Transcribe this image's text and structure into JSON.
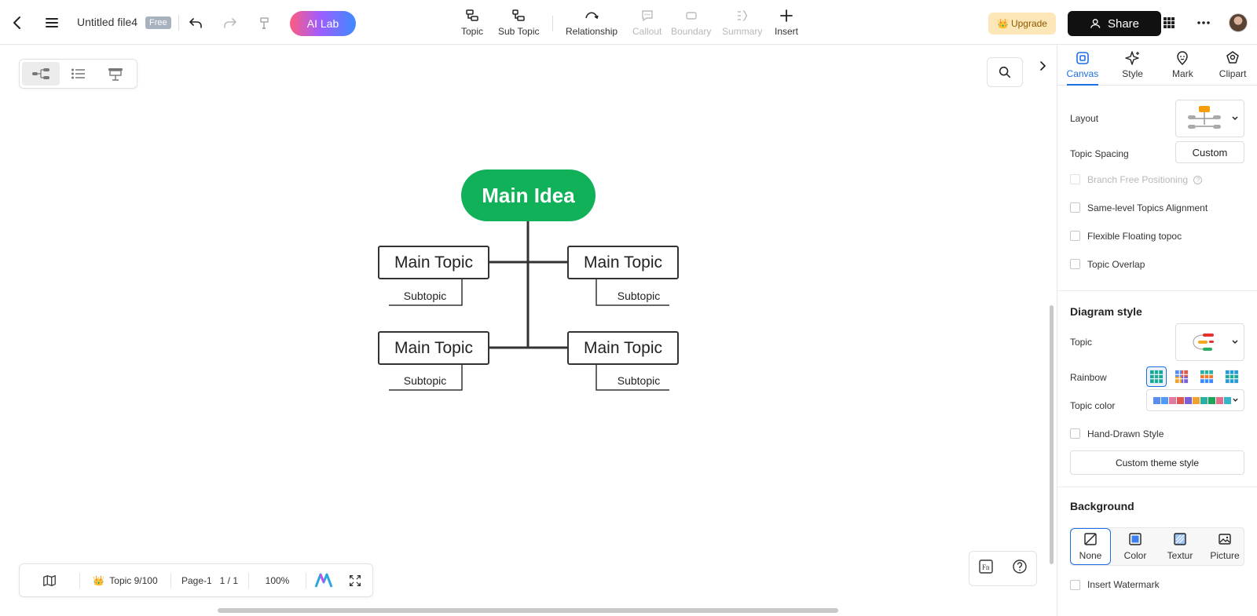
{
  "header": {
    "file_title": "Untitled file4",
    "badge": "Free",
    "ai_lab": "AI Lab",
    "tools": [
      {
        "label": "Topic",
        "icon": "topic-icon",
        "enabled": true
      },
      {
        "label": "Sub Topic",
        "icon": "subtopic-icon",
        "enabled": true
      },
      {
        "label": "Relationship",
        "icon": "relationship-icon",
        "enabled": true
      },
      {
        "label": "Callout",
        "icon": "callout-icon",
        "enabled": false
      },
      {
        "label": "Boundary",
        "icon": "boundary-icon",
        "enabled": false
      },
      {
        "label": "Summary",
        "icon": "summary-icon",
        "enabled": false
      },
      {
        "label": "Insert",
        "icon": "plus-icon",
        "enabled": true
      }
    ],
    "upgrade": "Upgrade",
    "share": "Share"
  },
  "mindmap": {
    "main_idea": "Main Idea",
    "main_topics": [
      "Main Topic",
      "Main Topic",
      "Main Topic",
      "Main Topic"
    ],
    "subtopics": [
      "Subtopic",
      "Subtopic",
      "Subtopic",
      "Subtopic"
    ],
    "colors": {
      "main_idea": "#11b15a",
      "line": "#333333"
    }
  },
  "bottombar": {
    "topic_count": "Topic 9/100",
    "page": "Page-1",
    "page_count": "1 / 1",
    "zoom": "100%"
  },
  "panel": {
    "tabs": [
      {
        "label": "Canvas",
        "icon": "canvas-icon",
        "active": true
      },
      {
        "label": "Style",
        "icon": "sparkle-icon",
        "active": false
      },
      {
        "label": "Mark",
        "icon": "mark-icon",
        "active": false
      },
      {
        "label": "Clipart",
        "icon": "clipart-icon",
        "active": false
      }
    ],
    "layout_label": "Layout",
    "spacing_label": "Topic Spacing",
    "spacing_value": "Custom",
    "checkboxes": [
      {
        "label": "Branch Free Positioning",
        "enabled": false
      },
      {
        "label": "Same-level Topics Alignment",
        "enabled": true
      },
      {
        "label": "Flexible Floating topoc",
        "enabled": true
      },
      {
        "label": "Topic Overlap",
        "enabled": true
      }
    ],
    "diagram_style_title": "Diagram style",
    "topic_label": "Topic",
    "rainbow_label": "Rainbow",
    "topic_color_label": "Topic color",
    "topic_colors": [
      "#5b8def",
      "#4f9bf5",
      "#e07aa3",
      "#e0584f",
      "#7a5fd6",
      "#f0a22e",
      "#2ab0a0",
      "#1da35a",
      "#e36d8b",
      "#37b5c9"
    ],
    "hand_drawn": "Hand-Drawn Style",
    "custom_theme": "Custom theme style",
    "background_title": "Background",
    "bg_options": [
      "None",
      "Color",
      "Textur",
      "Picture"
    ],
    "watermark": "Insert Watermark",
    "accent": "#1e6fe3"
  }
}
